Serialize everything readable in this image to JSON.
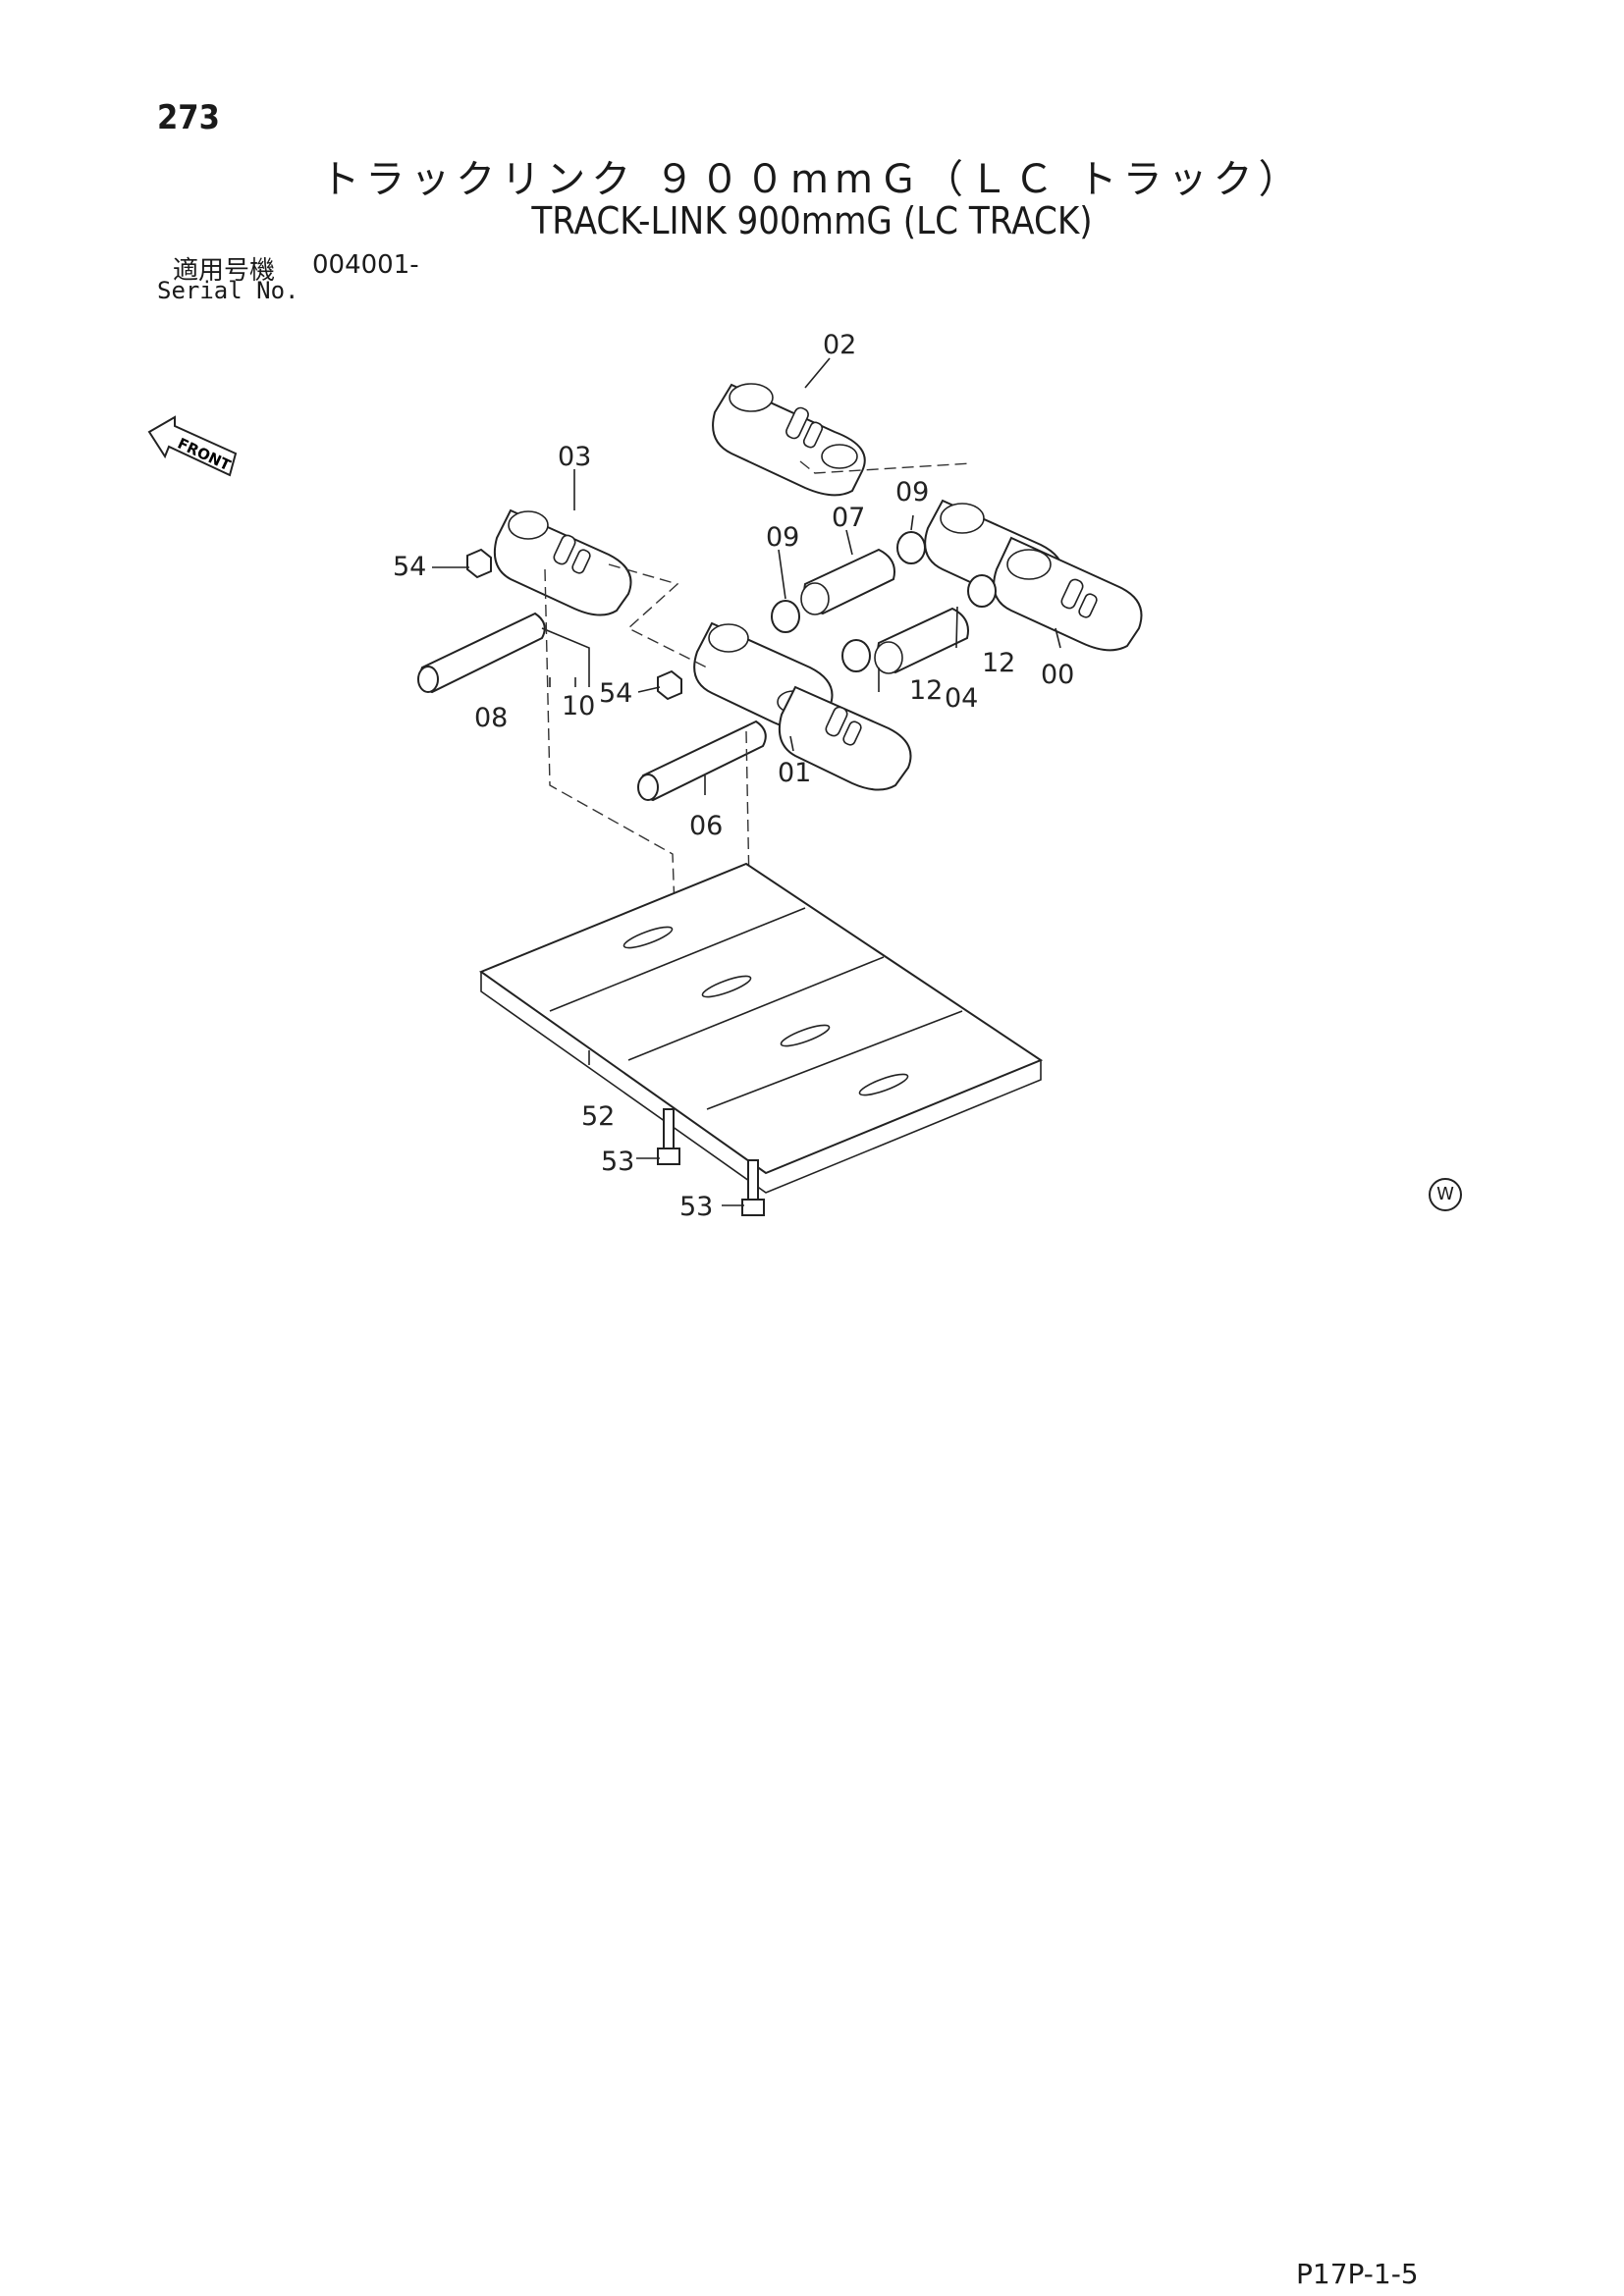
{
  "page_number": "273",
  "title_jp": "トラックリンク ９００mmＧ（ＬＣ トラック）",
  "title_en": "TRACK-LINK 900mmG (LC TRACK)",
  "serial": {
    "label_jp": "適用号機",
    "value": "004001-",
    "label_en": "Serial No."
  },
  "front_label": "FRONT",
  "callouts": {
    "c02": "02",
    "c03": "03",
    "c54a": "54",
    "c09a": "09",
    "c07": "07",
    "c09b": "09",
    "c08": "08",
    "c10": "10",
    "c54b": "54",
    "c12a": "12",
    "c04": "04",
    "c12b": "12",
    "c00": "00",
    "c01": "01",
    "c06": "06",
    "c52": "52",
    "c53a": "53",
    "c53b": "53"
  },
  "w_mark": "W",
  "page_code": "P17P-1-5"
}
